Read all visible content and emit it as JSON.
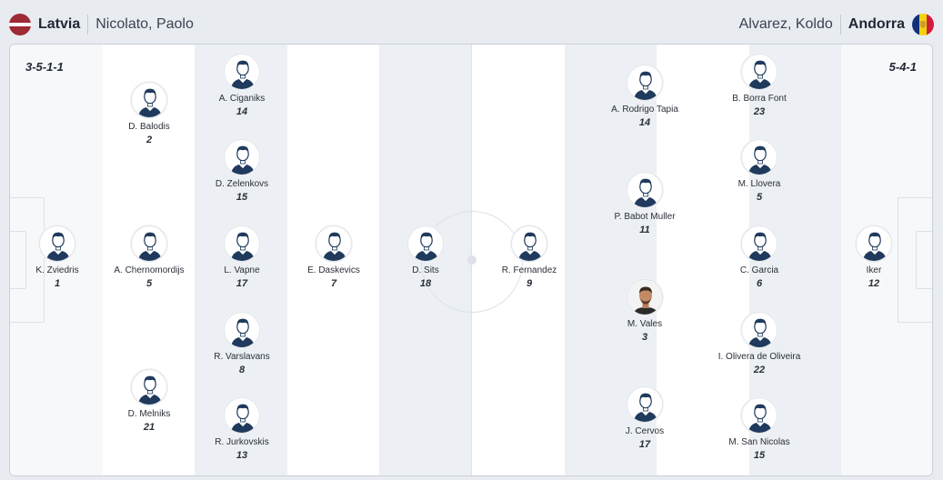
{
  "home": {
    "team": "Latvia",
    "coach": "Nicolato, Paolo",
    "flag_color": "#9e2a35",
    "formation": "3-5-1-1"
  },
  "away": {
    "team": "Andorra",
    "coach": "Alvarez, Koldo",
    "flag_color": "#10307a",
    "formation": "5-4-1"
  },
  "players": {
    "p1": {
      "name": "K. Zviedris",
      "number": "1"
    },
    "p2": {
      "name": "D. Balodis",
      "number": "2"
    },
    "p3": {
      "name": "A. Chernomordijs",
      "number": "5"
    },
    "p4": {
      "name": "D. Melniks",
      "number": "21"
    },
    "p5": {
      "name": "A. Ciganiks",
      "number": "14"
    },
    "p6": {
      "name": "D. Zelenkovs",
      "number": "15"
    },
    "p7": {
      "name": "L. Vapne",
      "number": "17"
    },
    "p8": {
      "name": "R. Varslavans",
      "number": "8"
    },
    "p9": {
      "name": "R. Jurkovskis",
      "number": "13"
    },
    "p10": {
      "name": "E. Daskevics",
      "number": "7"
    },
    "p11": {
      "name": "D. Sits",
      "number": "18"
    },
    "a1": {
      "name": "R. Fernandez",
      "number": "9"
    },
    "a2": {
      "name": "A. Rodrigo Tapia",
      "number": "14"
    },
    "a3": {
      "name": "P. Babot Muller",
      "number": "11"
    },
    "a4": {
      "name": "M. Vales",
      "number": "3"
    },
    "a5": {
      "name": "J. Cervos",
      "number": "17"
    },
    "a6": {
      "name": "B. Borra Font",
      "number": "23"
    },
    "a7": {
      "name": "M. Llovera",
      "number": "5"
    },
    "a8": {
      "name": "C. Garcia",
      "number": "6"
    },
    "a9": {
      "name": "I. Olivera de Oliveira",
      "number": "22"
    },
    "a10": {
      "name": "M. San Nicolas",
      "number": "15"
    },
    "a11": {
      "name": "Iker",
      "number": "12"
    }
  },
  "colors": {
    "stripe_light": "#f7f8fa",
    "stripe_dark": "#eceff3",
    "avatar_shirt": "#1f3a5c"
  },
  "icons": {
    "player_avatar": "person-silhouette-icon",
    "player_photo": "player-photo-icon"
  }
}
